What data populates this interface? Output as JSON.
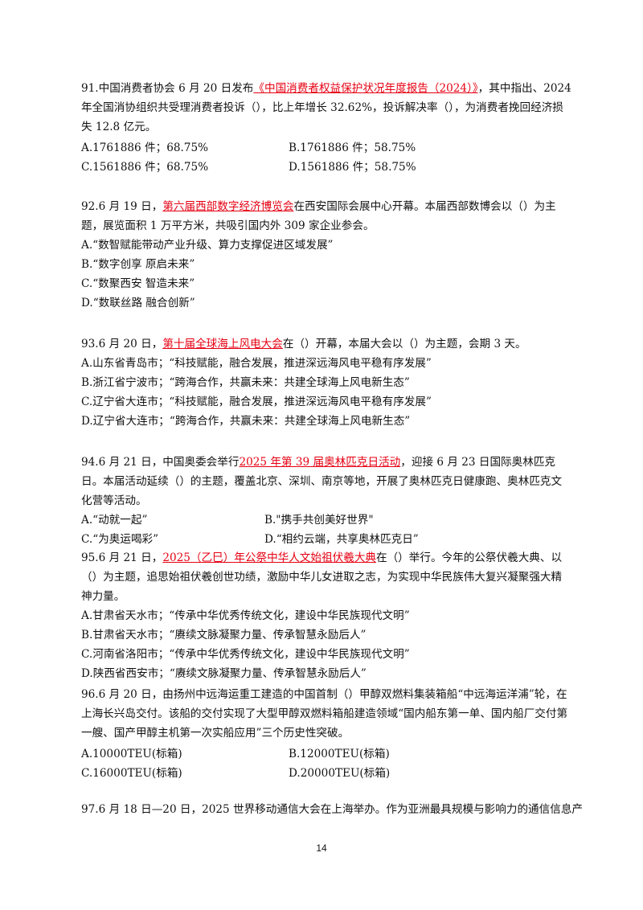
{
  "questions": [
    {
      "pre": "91.中国消费者协会 6 月 20 日发布",
      "hl": "《中国消费者权益保护状况年度报告（2024）》",
      "post": "，其中指出、2024 年全国消协组织共受理消费者投诉（），比上年增长 32.62%，投诉解决率（），为消费者挽回经济损失 12.8 亿元。",
      "options": [
        "A.1761886 件；68.75%",
        "B.1761886 件；58.75%",
        "C.1561886 件；68.75%",
        "D.1561886 件；58.75%"
      ]
    },
    {
      "pre": "92.6 月 19 日，",
      "hl": "第六届西部数字经济博览会",
      "post": "在西安国际会展中心开幕。本届西部数博会以（）为主题，展览面积 1 万平方米，共吸引国内外 309 家企业参会。",
      "options": [
        "A.“数智赋能带动产业升级、算力支撑促进区域发展”",
        "B.“数字创享 原启未来”",
        "C.“数聚西安 智造未来”",
        "D.“数联丝路 融合创新”"
      ]
    },
    {
      "pre": "93.6 月 20 日，",
      "hl": "第十届全球海上风电大会",
      "post": "在（）开幕，本届大会以（）为主题，会期 3 天。",
      "options": [
        "A.山东省青岛市；“科技赋能，融合发展，推进深远海风电平稳有序发展”",
        "B.浙江省宁波市；“跨海合作，共赢未来：共建全球海上风电新生态”",
        "C.辽宁省大连市；“科技赋能，融合发展，推进深远海风电平稳有序发展”",
        "D.辽宁省大连市；“跨海合作，共赢未来：共建全球海上风电新生态”"
      ]
    },
    {
      "pre": "94.6 月 21 日，中国奥委会举行",
      "hl": "2025 年第 39 届奥林匹克日活动",
      "post": "，迎接 6 月 23 日国际奥林匹克日。本届活动延续（）的主题，覆盖北京、深圳、南京等地，开展了奥林匹克日健康跑、奥林匹克文化营等活动。",
      "options": [
        "A.“动就一起”",
        "B.\"携手共创美好世界\"",
        "C.“为奥运喝彩”",
        "D.“相约云端，共享奥林匹克日”"
      ]
    },
    {
      "pre": "95.6 月 21 日，",
      "hl": "2025（乙巳）年公祭中华人文始祖伏羲大典",
      "post": "在（）举行。今年的公祭伏羲大典、以（）为主题，追思始祖伏羲创世功绩，激励中华儿女进取之志，为实现中华民族伟大复兴凝聚强大精神力量。",
      "options": [
        "A.甘肃省天水市；“传承中华优秀传统文化，建设中华民族现代文明”",
        "B.甘肃省天水市；“赓续文脉凝聚力量、传承智慧永励后人”",
        "C.河南省洛阳市；“传承中华优秀传统文化，建设中华民族现代文明”",
        "D.陕西省西安市；“赓续文脉凝聚力量、传承智慧永励后人”"
      ]
    },
    {
      "pre": "96.6 月 20 日，由扬州中远海运重工建造的中国首制（）甲醇双燃料集装箱船“中远海运洋浦”轮，在上海长兴岛交付。该船的交付实现了大型甲醇双燃料箱船建造领域“国内船东第一单、国内船厂交付第一艘、国产甲醇主机第一次实船应用”三个历史性突破。",
      "hl": "",
      "post": "",
      "options": [
        "A.10000TEU(标箱)",
        "B.12000TEU(标箱)",
        "C.16000TEU(标箱)",
        "D.20000TEU(标箱)"
      ]
    },
    {
      "pre": "97.6 月 18 日—20 日，2025 世界移动通信大会在上海举办。作为亚洲最具规模与影响力的通信信息产",
      "hl": "",
      "post": "",
      "options": []
    }
  ],
  "page_number": "14"
}
